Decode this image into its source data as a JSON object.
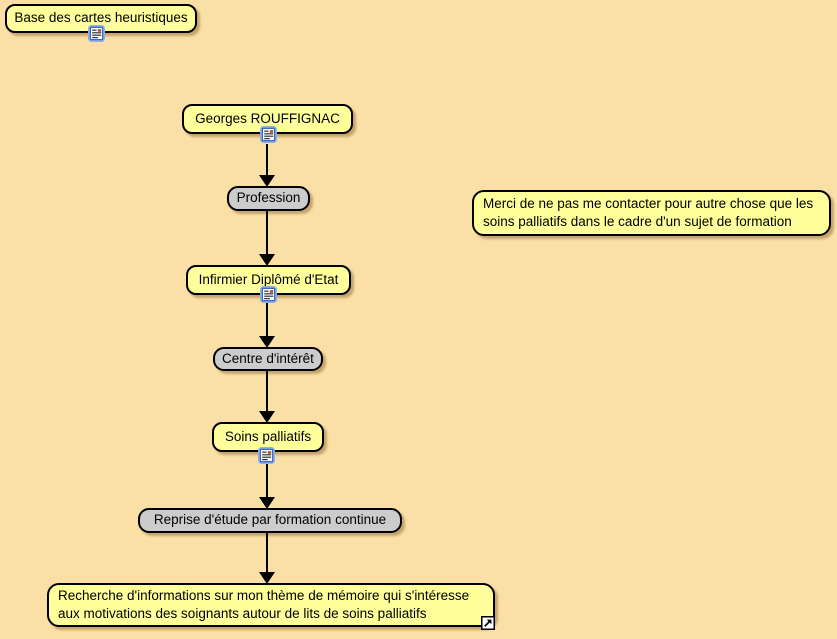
{
  "map": {
    "type": "mind-map",
    "nodes": {
      "base": {
        "label": "Base des cartes heuristiques",
        "style": "yellow",
        "note_icon": true
      },
      "author": {
        "label": "Georges ROUFFIGNAC",
        "style": "yellow",
        "note_icon": true
      },
      "profession": {
        "label": "Profession",
        "style": "gray",
        "note_icon": false
      },
      "diplome": {
        "label": "Infirmier Diplômé d'Etat",
        "style": "yellow",
        "note_icon": true
      },
      "interet": {
        "label": "Centre d'intérêt",
        "style": "gray",
        "note_icon": false
      },
      "soins": {
        "label": "Soins palliatifs",
        "style": "yellow",
        "note_icon": true
      },
      "reprise": {
        "label": "Reprise d'étude par formation continue",
        "style": "gray",
        "note_icon": false
      },
      "recherche": {
        "label": "Recherche d'informations sur mon thème de mémoire qui s'intéresse aux motivations des soignants autour de lits de soins palliatifs",
        "style": "yellow",
        "link_icon": true
      },
      "contact": {
        "label": "Merci de ne pas me contacter pour autre chose que les soins palliatifs dans le cadre d'un sujet de formation",
        "style": "yellow",
        "note_icon": false
      }
    },
    "edges": [
      {
        "from": "author",
        "to": "profession"
      },
      {
        "from": "profession",
        "to": "diplome"
      },
      {
        "from": "diplome",
        "to": "interet"
      },
      {
        "from": "interet",
        "to": "soins"
      },
      {
        "from": "soins",
        "to": "reprise"
      },
      {
        "from": "reprise",
        "to": "recherche"
      }
    ],
    "icons": {
      "note": "note-icon",
      "link": "external-link-icon"
    },
    "colors": {
      "background": "#FAE0A6",
      "node_yellow": "#FFFF9C",
      "node_gray": "#CCCCCC",
      "border": "#000000",
      "arrow": "#000000",
      "note_icon_frame": "#3A6AC8"
    }
  }
}
